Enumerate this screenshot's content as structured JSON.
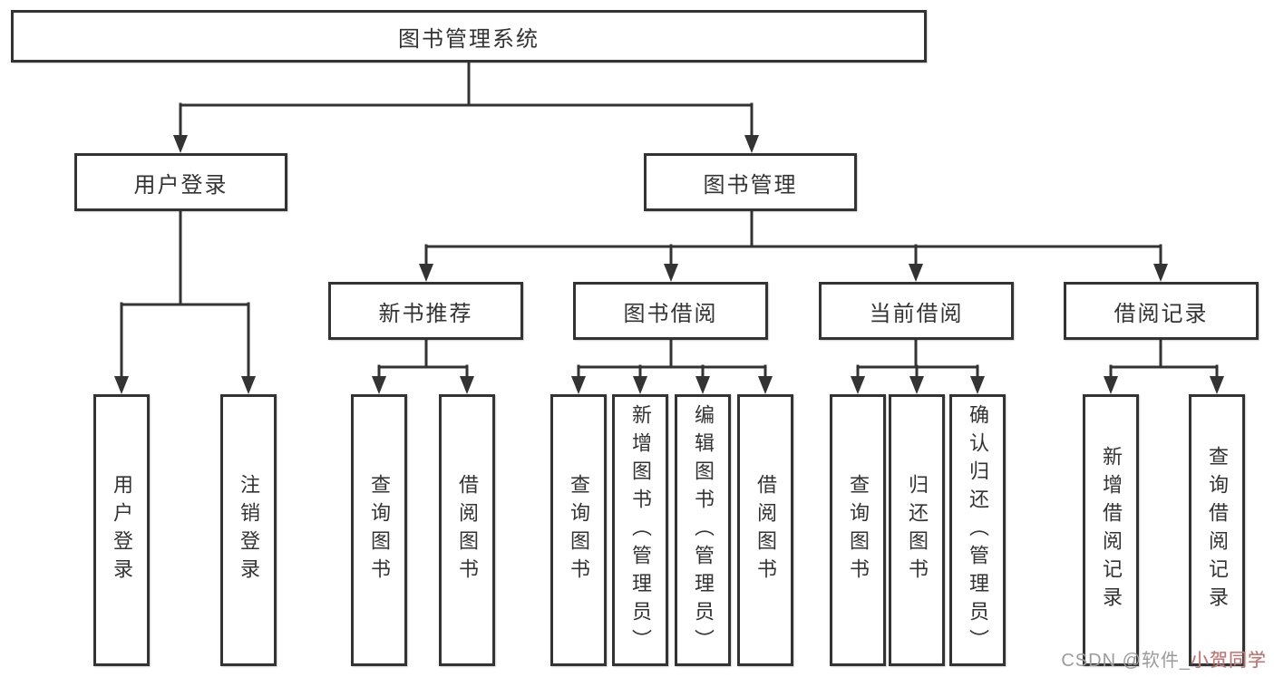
{
  "diagram": {
    "root": {
      "label": "图书管理系统"
    },
    "level2": [
      {
        "label": "用户登录"
      },
      {
        "label": "图书管理"
      }
    ],
    "level3": [
      {
        "label": "新书推荐"
      },
      {
        "label": "图书借阅"
      },
      {
        "label": "当前借阅"
      },
      {
        "label": "借阅记录"
      }
    ],
    "leaves": {
      "userLogin": [
        {
          "label": "用户登录"
        },
        {
          "label": "注销登录"
        }
      ],
      "newBook": [
        {
          "label": "查询图书"
        },
        {
          "label": "借阅图书"
        }
      ],
      "bookBorrow": [
        {
          "label": "查询图书"
        },
        {
          "label": "新增图书（管理员）"
        },
        {
          "label": "编辑图书（管理员）"
        },
        {
          "label": "借阅图书"
        }
      ],
      "currentBorrow": [
        {
          "label": "查询图书"
        },
        {
          "label": "归还图书"
        },
        {
          "label": "确认归还（管理员）"
        }
      ],
      "borrowRecord": [
        {
          "label": "新增借阅记录"
        },
        {
          "label": "查询借阅记录"
        }
      ]
    },
    "colors": {
      "line": "#333333",
      "box_border": "#333333",
      "text": "#333333",
      "background": "#ffffff",
      "watermark_gray": "#9b9b9b",
      "watermark_red": "#b57777"
    },
    "watermark": {
      "prefix": "CSDN @软件_",
      "suffix": "小贺同学"
    }
  }
}
